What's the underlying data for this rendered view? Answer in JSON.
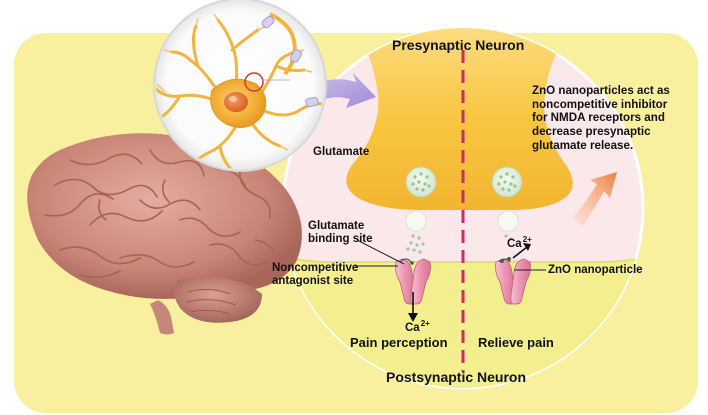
{
  "labels": {
    "presynaptic": "Presynaptic Neuron",
    "postsynaptic": "Postsynaptic Neuron",
    "glutamate": "Glutamate",
    "binding_line1": "Glutamate",
    "binding_line2": "binding site",
    "antagonist_line1": "Noncompetitive",
    "antagonist_line2": "antagonist site",
    "ca_left": "Ca",
    "ca_right": "Ca",
    "ca_charge": "2+",
    "zno_particle": "ZnO nanoparticle",
    "pain_perception": "Pain perception",
    "relieve_pain": "Relieve pain"
  },
  "note_lines": [
    "ZnO nanoparticles act as",
    "noncompetitive inhibitor",
    "for NMDA receptors and",
    "decrease presynaptic",
    "glutamate release."
  ],
  "colors": {
    "background_panel": "#f8ef9f",
    "synapse_circle": "#fbe8ea",
    "presynaptic_terminal": "#f7c23a",
    "postsynaptic_membrane": "#f3ef8e",
    "divider": "#d6246e",
    "receptor": "#ee9db6",
    "arrow_purple": "#b6a6de",
    "arrow_orange": "#f3894a",
    "brain": "#cf8f83"
  }
}
